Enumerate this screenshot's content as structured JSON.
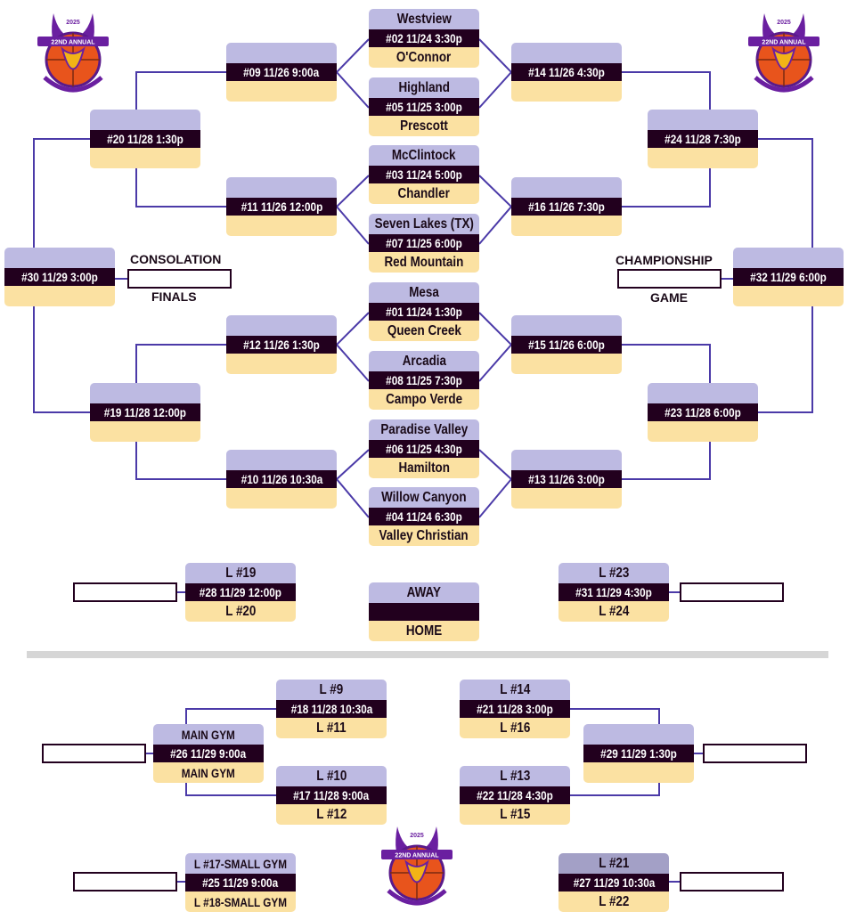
{
  "logo": {
    "year": "2025",
    "banner": "22ND ANNUAL",
    "title": "FEAR THE HOP BASKETBALL TOURNAMENT",
    "subtitle": "16 HIGH SCHOOLS • NOVEMBER 24-29, 2025 • MESA HIGH SCHOOL"
  },
  "colors": {
    "away": "#bdbae2",
    "code": "#22001e",
    "home": "#fbe1a2",
    "line": "#4b3aa8"
  },
  "games": [
    {
      "id": "g02",
      "away": "Westview",
      "code": "#02  11/24 3:30p",
      "home": "O'Connor"
    },
    {
      "id": "g05",
      "away": "Highland",
      "code": "#05  11/25 3:00p",
      "home": "Prescott"
    },
    {
      "id": "g03",
      "away": "McClintock",
      "code": "#03  11/24 5:00p",
      "home": "Chandler"
    },
    {
      "id": "g07",
      "away": "Seven Lakes (TX)",
      "code": "#07  11/25 6:00p",
      "home": "Red Mountain"
    },
    {
      "id": "g01",
      "away": "Mesa",
      "code": "#01  11/24 1:30p",
      "home": "Queen Creek"
    },
    {
      "id": "g08",
      "away": "Arcadia",
      "code": "#08  11/25 7:30p",
      "home": "Campo Verde"
    },
    {
      "id": "g06",
      "away": "Paradise Valley",
      "code": "#06  11/25 4:30p",
      "home": "Hamilton"
    },
    {
      "id": "g04",
      "away": "Willow Canyon",
      "code": "#04  11/24 6:30p",
      "home": "Valley Christian"
    },
    {
      "id": "g09",
      "away": "",
      "code": "#09  11/26  9:00a",
      "home": ""
    },
    {
      "id": "g11",
      "away": "",
      "code": "#11  11/26  12:00p",
      "home": ""
    },
    {
      "id": "g12",
      "away": "",
      "code": "#12  11/26  1:30p",
      "home": ""
    },
    {
      "id": "g10",
      "away": "",
      "code": "#10  11/26  10:30a",
      "home": ""
    },
    {
      "id": "g14",
      "away": "",
      "code": "#14  11/26  4:30p",
      "home": ""
    },
    {
      "id": "g16",
      "away": "",
      "code": "#16  11/26  7:30p",
      "home": ""
    },
    {
      "id": "g15",
      "away": "",
      "code": "#15  11/26  6:00p",
      "home": ""
    },
    {
      "id": "g13",
      "away": "",
      "code": "#13  11/26  3:00p",
      "home": ""
    },
    {
      "id": "g20",
      "away": "",
      "code": "#20  11/28  1:30p",
      "home": ""
    },
    {
      "id": "g19",
      "away": "",
      "code": "#19  11/28  12:00p",
      "home": ""
    },
    {
      "id": "g24",
      "away": "",
      "code": "#24  11/28  7:30p",
      "home": ""
    },
    {
      "id": "g23",
      "away": "",
      "code": "#23  11/28  6:00p",
      "home": ""
    },
    {
      "id": "g30",
      "away": "",
      "code": "#30  11/29  3:00p",
      "home": ""
    },
    {
      "id": "g32",
      "away": "",
      "code": "#32  11/29  6:00p",
      "home": ""
    },
    {
      "id": "g28",
      "away": "L #19",
      "code": "#28  11/29  12:00p",
      "home": "L #20"
    },
    {
      "id": "g31",
      "away": "L #23",
      "code": "#31  11/29  4:30p",
      "home": "L #24"
    },
    {
      "id": "legend",
      "away": "AWAY",
      "code": "",
      "home": "HOME"
    },
    {
      "id": "g18",
      "away": "L #9",
      "code": "#18  11/28  10:30a",
      "home": "L #11"
    },
    {
      "id": "g17",
      "away": "L #10",
      "code": "#17  11/28  9:00a",
      "home": "L #12"
    },
    {
      "id": "g26",
      "away": "MAIN GYM",
      "code": "#26  11/29  9:00a",
      "home": "MAIN GYM"
    },
    {
      "id": "g21",
      "away": "L #14",
      "code": "#21  11/28  3:00p",
      "home": "L #16"
    },
    {
      "id": "g22",
      "away": "L #13",
      "code": "#22  11/28  4:30p",
      "home": "L #15"
    },
    {
      "id": "g29",
      "away": "",
      "code": "#29  11/29  1:30p",
      "home": ""
    },
    {
      "id": "g25",
      "away": "L #17-SMALL GYM",
      "code": "#25  11/29  9:00a",
      "home": "L #18-SMALL GYM"
    },
    {
      "id": "g27",
      "away": "L #21",
      "code": "#27 11/29  10:30a",
      "home": "L #22"
    }
  ],
  "labels": {
    "consolation": "CONSOLATION",
    "finals": "FINALS",
    "championship": "CHAMPIONSHIP",
    "game": "GAME"
  }
}
